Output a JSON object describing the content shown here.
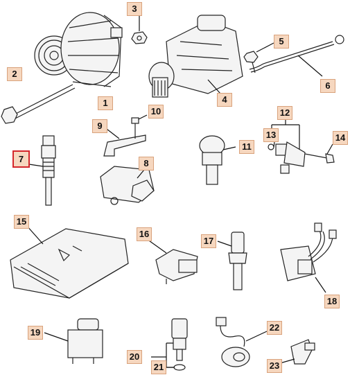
{
  "callouts": [
    {
      "id": "1",
      "label": "1",
      "name": "alternator"
    },
    {
      "id": "2",
      "label": "2",
      "name": "alternator-bolt"
    },
    {
      "id": "3",
      "label": "3",
      "name": "nut"
    },
    {
      "id": "4",
      "label": "4",
      "name": "starter-motor"
    },
    {
      "id": "5",
      "label": "5",
      "name": "bolt"
    },
    {
      "id": "6",
      "label": "6",
      "name": "battery-cable"
    },
    {
      "id": "7",
      "label": "7",
      "name": "sensor",
      "selected": true
    },
    {
      "id": "8",
      "label": "8",
      "name": "control-module"
    },
    {
      "id": "9",
      "label": "9",
      "name": "bracket"
    },
    {
      "id": "10",
      "label": "10",
      "name": "bolt"
    },
    {
      "id": "11",
      "label": "11",
      "name": "temperature-sender"
    },
    {
      "id": "12",
      "label": "12",
      "name": "switch-assembly"
    },
    {
      "id": "13",
      "label": "13",
      "name": "seal"
    },
    {
      "id": "14",
      "label": "14",
      "name": "bolt"
    },
    {
      "id": "15",
      "label": "15",
      "name": "engine-control-unit"
    },
    {
      "id": "16",
      "label": "16",
      "name": "pressure-sensor"
    },
    {
      "id": "17",
      "label": "17",
      "name": "temperature-sensor"
    },
    {
      "id": "18",
      "label": "18",
      "name": "ignition-coil-harness"
    },
    {
      "id": "19",
      "label": "19",
      "name": "relay"
    },
    {
      "id": "20",
      "label": "20",
      "name": "oil-pressure-switch"
    },
    {
      "id": "21",
      "label": "21",
      "name": "washer"
    },
    {
      "id": "22",
      "label": "22",
      "name": "knock-sensor"
    },
    {
      "id": "23",
      "label": "23",
      "name": "camshaft-sensor"
    }
  ]
}
